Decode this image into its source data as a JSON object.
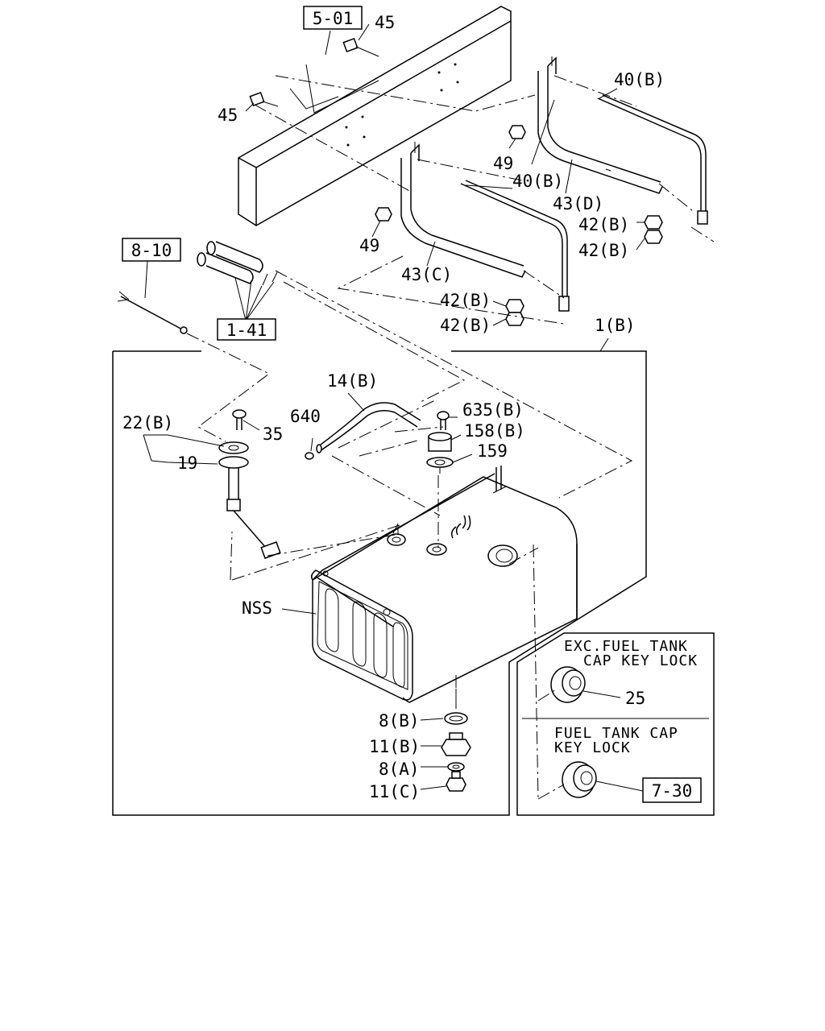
{
  "refs": {
    "r501": "5-01",
    "r810": "8-10",
    "r141": "1-41",
    "r730": "7-30"
  },
  "labels": {
    "l45a": "45",
    "l45b": "45",
    "l40b_right": "40(B)",
    "l49_right": "49",
    "l40b_mid": "40(B)",
    "l43d": "43(D)",
    "l42b_r1": "42(B)",
    "l42b_r2": "42(B)",
    "l49_left": "49",
    "l43c": "43(C)",
    "l42b_m1": "42(B)",
    "l42b_m2": "42(B)",
    "l1b": "1(B)",
    "l14b": "14(B)",
    "l22b": "22(B)",
    "l35": "35",
    "l640": "640",
    "l635b": "635(B)",
    "l158b": "158(B)",
    "l159": "159",
    "l19": "19",
    "lnss": "NSS",
    "l8b": "8(B)",
    "l11b": "11(B)",
    "l8a": "8(A)",
    "l11c": "11(C)",
    "l25": "25"
  },
  "variants": {
    "exc_line1": "EXC.FUEL TANK",
    "exc_line2": "CAP KEY LOCK",
    "key_line1": "FUEL TANK CAP",
    "key_line2": "KEY LOCK"
  },
  "colors": {
    "ink": "#000000",
    "paper": "#ffffff"
  }
}
